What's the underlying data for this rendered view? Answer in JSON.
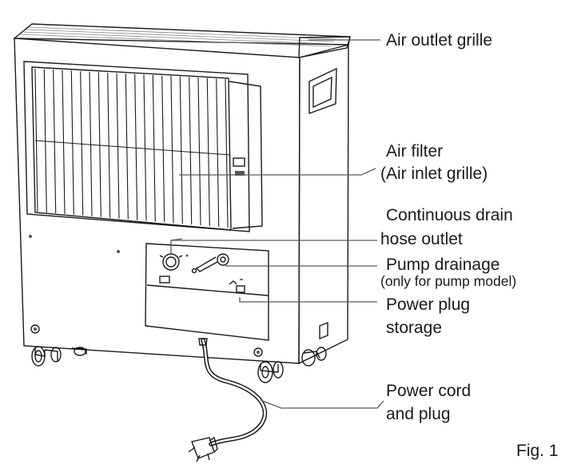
{
  "labels": {
    "air_outlet": "Air outlet grille",
    "air_filter_1": "Air filter",
    "air_filter_2": "(Air inlet grille)",
    "drain_1": "Continuous drain",
    "drain_2": "hose outlet",
    "pump_1": "Pump drainage",
    "pump_2": "(only for pump model)",
    "plug_storage_1": "Power plug",
    "plug_storage_2": "storage",
    "cord_1": "Power cord",
    "cord_2": "and plug"
  },
  "figure_caption": "Fig. 1",
  "icons": [
    "dehumidifier-body",
    "caster-wheel",
    "power-plug"
  ]
}
